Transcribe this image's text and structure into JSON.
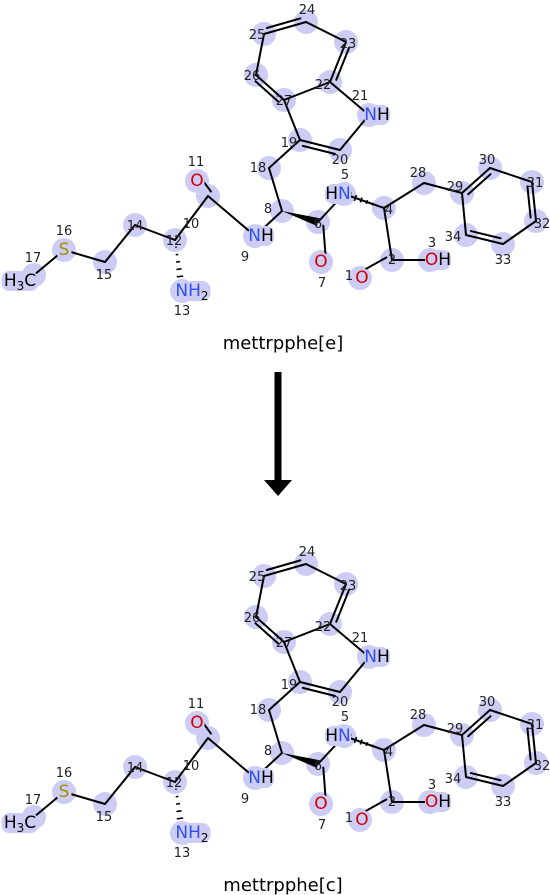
{
  "diagram": {
    "reaction_arrow": "down-arrow",
    "molecules": [
      {
        "name": "mettrpphe[e]",
        "atom_labels": [
          {
            "key": "O11",
            "text": "O",
            "color": "#d40000"
          },
          {
            "key": "O7",
            "text": "O",
            "color": "#d40000"
          },
          {
            "key": "O1",
            "text": "O",
            "color": "#d40000"
          },
          {
            "key": "O3",
            "text": "OH",
            "color": "#d40000"
          },
          {
            "key": "N5",
            "text": "HN",
            "color": "#3050f0"
          },
          {
            "key": "N9",
            "text": "NH",
            "color": "#3050f0"
          },
          {
            "key": "N13",
            "text": "NH2",
            "color": "#3050f0"
          },
          {
            "key": "N21",
            "text": "NH",
            "color": "#3050f0"
          },
          {
            "key": "S16",
            "text": "S",
            "color": "#a09000"
          },
          {
            "key": "C17",
            "text": "H3C",
            "color": "#000000"
          }
        ]
      },
      {
        "name": "mettrpphe[c]",
        "atom_labels": [
          {
            "key": "O11",
            "text": "O",
            "color": "#d40000"
          },
          {
            "key": "O7",
            "text": "O",
            "color": "#d40000"
          },
          {
            "key": "O1",
            "text": "O",
            "color": "#d40000"
          },
          {
            "key": "O3",
            "text": "OH",
            "color": "#d40000"
          },
          {
            "key": "N5",
            "text": "HN",
            "color": "#3050f0"
          },
          {
            "key": "N9",
            "text": "NH",
            "color": "#3050f0"
          },
          {
            "key": "N13",
            "text": "NH2",
            "color": "#3050f0"
          },
          {
            "key": "N21",
            "text": "NH",
            "color": "#3050f0"
          },
          {
            "key": "S16",
            "text": "S",
            "color": "#a09000"
          },
          {
            "key": "C17",
            "text": "H3C",
            "color": "#000000"
          }
        ]
      }
    ],
    "atom_numbers": [
      "1",
      "2",
      "3",
      "4",
      "5",
      "6",
      "7",
      "8",
      "9",
      "10",
      "11",
      "12",
      "13",
      "14",
      "15",
      "16",
      "17",
      "18",
      "19",
      "20",
      "21",
      "22",
      "23",
      "24",
      "25",
      "26",
      "27",
      "28",
      "29",
      "30",
      "31",
      "32",
      "33",
      "34"
    ]
  }
}
